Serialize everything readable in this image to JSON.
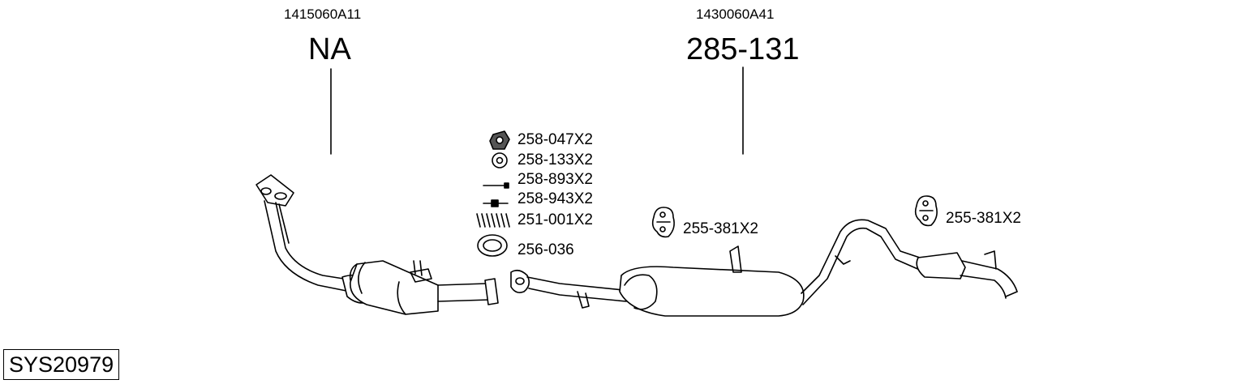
{
  "diagram": {
    "system_id": "SYS20979",
    "assemblies": [
      {
        "oe_number": "1415060A11",
        "part_number": "NA"
      },
      {
        "oe_number": "1430060A41",
        "part_number": "285-131"
      }
    ],
    "fittings": [
      {
        "label": "258-047X2",
        "icon": "flange-nut-icon"
      },
      {
        "label": "258-133X2",
        "icon": "washer-icon"
      },
      {
        "label": "258-893X2",
        "icon": "bolt-icon"
      },
      {
        "label": "258-943X2",
        "icon": "stud-bolt-icon"
      },
      {
        "label": "251-001X2",
        "icon": "spring-icon"
      },
      {
        "label": "256-036",
        "icon": "gasket-ring-icon"
      }
    ],
    "hangers": [
      {
        "label": "255-381X2",
        "icon": "rubber-hanger-icon"
      },
      {
        "label": "255-381X2",
        "icon": "rubber-hanger-icon"
      }
    ]
  }
}
